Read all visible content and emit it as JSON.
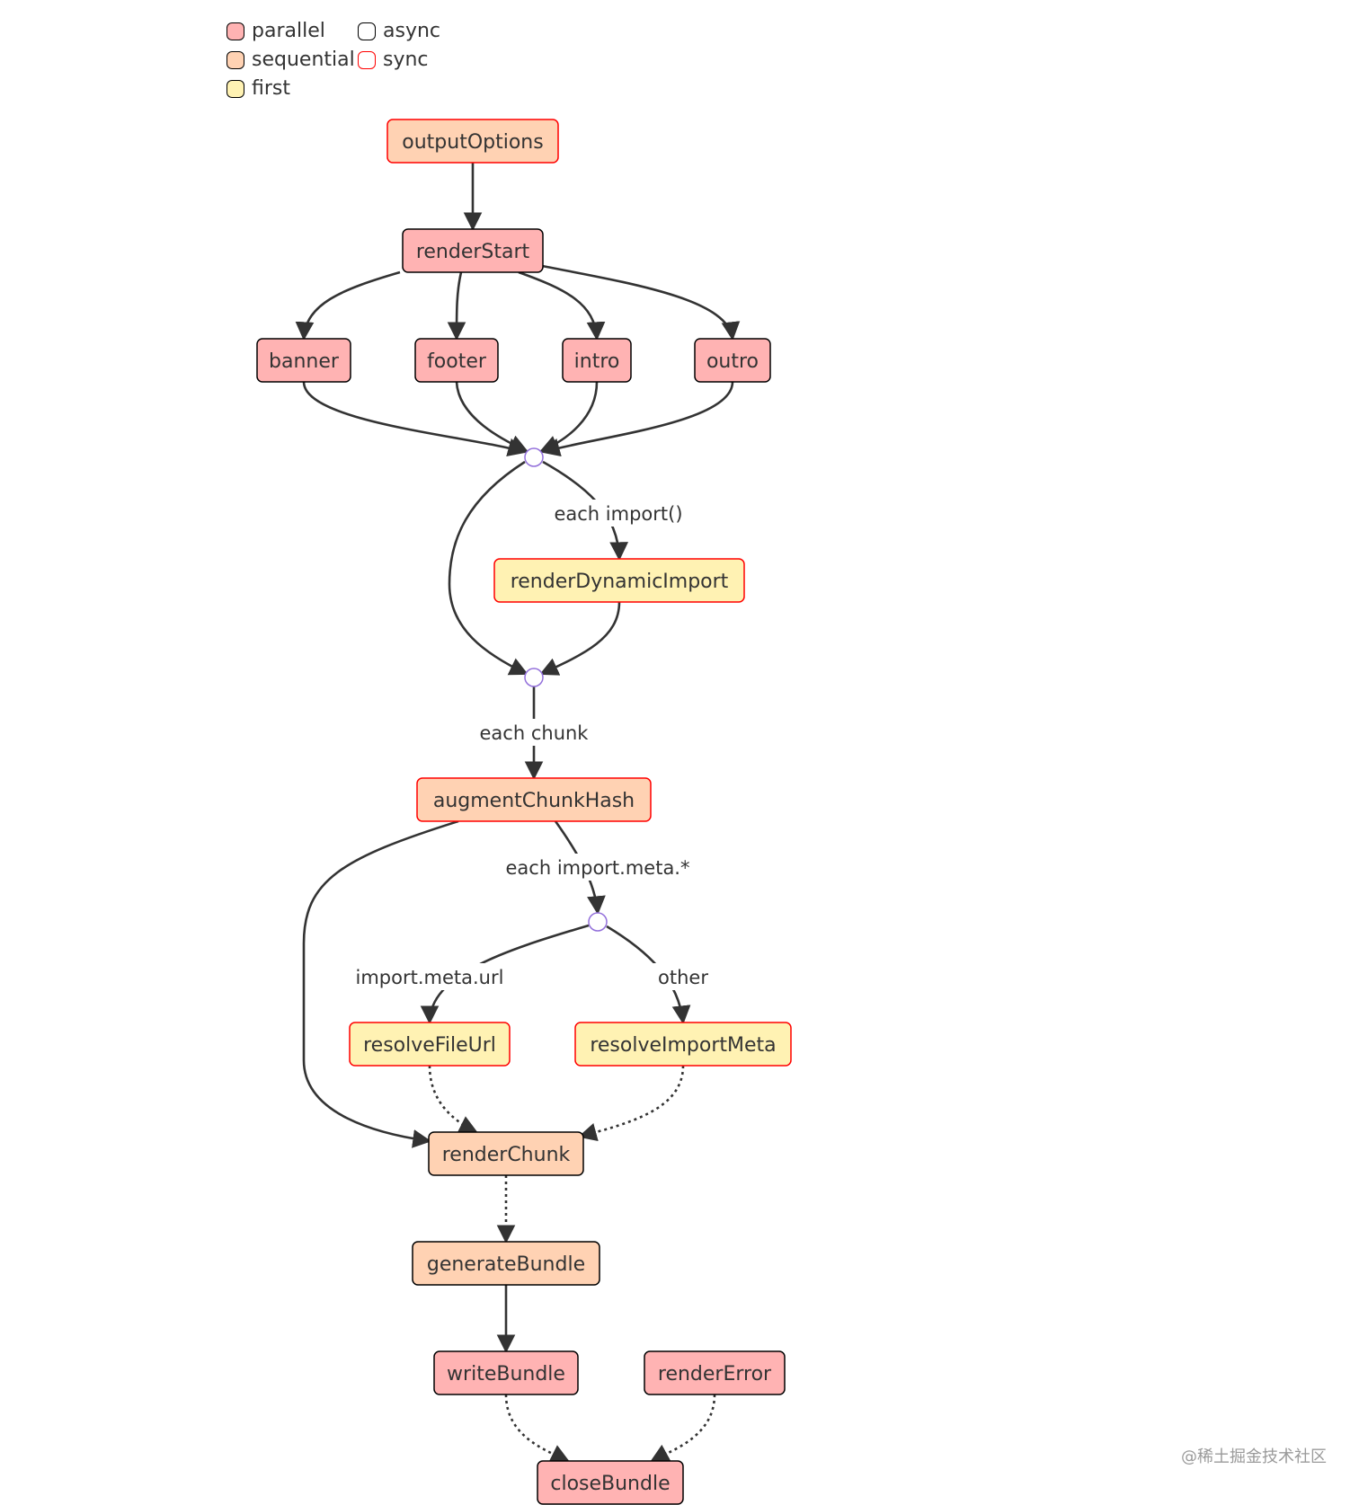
{
  "colors": {
    "parallel": "#ffb3b3",
    "sequential": "#ffd2b3",
    "first": "#fff2b3",
    "async_border": "#000000",
    "sync_border": "#ff0000",
    "edge": "#333333",
    "junction_border": "#9370DB"
  },
  "legend": [
    {
      "label": "parallel",
      "fill": "parallel",
      "border": "#000000"
    },
    {
      "label": "sequential",
      "fill": "sequential",
      "border": "#000000"
    },
    {
      "label": "first",
      "fill": "first",
      "border": "#000000"
    },
    {
      "label": "async",
      "fill": "none",
      "border": "#000000"
    },
    {
      "label": "sync",
      "fill": "none",
      "border": "#ff0000"
    }
  ],
  "nodes": [
    {
      "id": "outputOptions",
      "label": "outputOptions",
      "kind": "sequential",
      "mode": "sync"
    },
    {
      "id": "renderStart",
      "label": "renderStart",
      "kind": "parallel",
      "mode": "async"
    },
    {
      "id": "banner",
      "label": "banner",
      "kind": "parallel",
      "mode": "async"
    },
    {
      "id": "footer",
      "label": "footer",
      "kind": "parallel",
      "mode": "async"
    },
    {
      "id": "intro",
      "label": "intro",
      "kind": "parallel",
      "mode": "async"
    },
    {
      "id": "outro",
      "label": "outro",
      "kind": "parallel",
      "mode": "async"
    },
    {
      "id": "renderDynamicImport",
      "label": "renderDynamicImport",
      "kind": "first",
      "mode": "sync"
    },
    {
      "id": "augmentChunkHash",
      "label": "augmentChunkHash",
      "kind": "sequential",
      "mode": "sync"
    },
    {
      "id": "resolveFileUrl",
      "label": "resolveFileUrl",
      "kind": "first",
      "mode": "sync"
    },
    {
      "id": "resolveImportMeta",
      "label": "resolveImportMeta",
      "kind": "first",
      "mode": "sync"
    },
    {
      "id": "renderChunk",
      "label": "renderChunk",
      "kind": "sequential",
      "mode": "async"
    },
    {
      "id": "generateBundle",
      "label": "generateBundle",
      "kind": "sequential",
      "mode": "async"
    },
    {
      "id": "writeBundle",
      "label": "writeBundle",
      "kind": "parallel",
      "mode": "async"
    },
    {
      "id": "renderError",
      "label": "renderError",
      "kind": "parallel",
      "mode": "async"
    },
    {
      "id": "closeBundle",
      "label": "closeBundle",
      "kind": "parallel",
      "mode": "async"
    }
  ],
  "edges": [
    {
      "from": "outputOptions",
      "to": "renderStart",
      "style": "solid"
    },
    {
      "from": "renderStart",
      "to": "banner",
      "style": "solid"
    },
    {
      "from": "renderStart",
      "to": "footer",
      "style": "solid"
    },
    {
      "from": "renderStart",
      "to": "intro",
      "style": "solid"
    },
    {
      "from": "renderStart",
      "to": "outro",
      "style": "solid"
    },
    {
      "from": "banner",
      "to": "junction1",
      "style": "solid"
    },
    {
      "from": "footer",
      "to": "junction1",
      "style": "solid"
    },
    {
      "from": "intro",
      "to": "junction1",
      "style": "solid"
    },
    {
      "from": "outro",
      "to": "junction1",
      "style": "solid"
    },
    {
      "from": "junction1",
      "to": "renderDynamicImport",
      "style": "solid",
      "label": "each import()"
    },
    {
      "from": "junction1",
      "to": "junction2",
      "style": "solid"
    },
    {
      "from": "renderDynamicImport",
      "to": "junction2",
      "style": "solid"
    },
    {
      "from": "junction2",
      "to": "augmentChunkHash",
      "style": "solid",
      "label": "each chunk"
    },
    {
      "from": "augmentChunkHash",
      "to": "junction3",
      "style": "solid",
      "label": "each import.meta.*"
    },
    {
      "from": "augmentChunkHash",
      "to": "renderChunk",
      "style": "solid"
    },
    {
      "from": "junction3",
      "to": "resolveFileUrl",
      "style": "solid",
      "label": "import.meta.url"
    },
    {
      "from": "junction3",
      "to": "resolveImportMeta",
      "style": "solid",
      "label": "other"
    },
    {
      "from": "resolveFileUrl",
      "to": "renderChunk",
      "style": "dotted"
    },
    {
      "from": "resolveImportMeta",
      "to": "renderChunk",
      "style": "dotted"
    },
    {
      "from": "renderChunk",
      "to": "generateBundle",
      "style": "dotted"
    },
    {
      "from": "generateBundle",
      "to": "writeBundle",
      "style": "solid"
    },
    {
      "from": "writeBundle",
      "to": "closeBundle",
      "style": "dotted"
    },
    {
      "from": "renderError",
      "to": "closeBundle",
      "style": "dotted"
    }
  ],
  "watermark": "@稀土掘金技术社区"
}
